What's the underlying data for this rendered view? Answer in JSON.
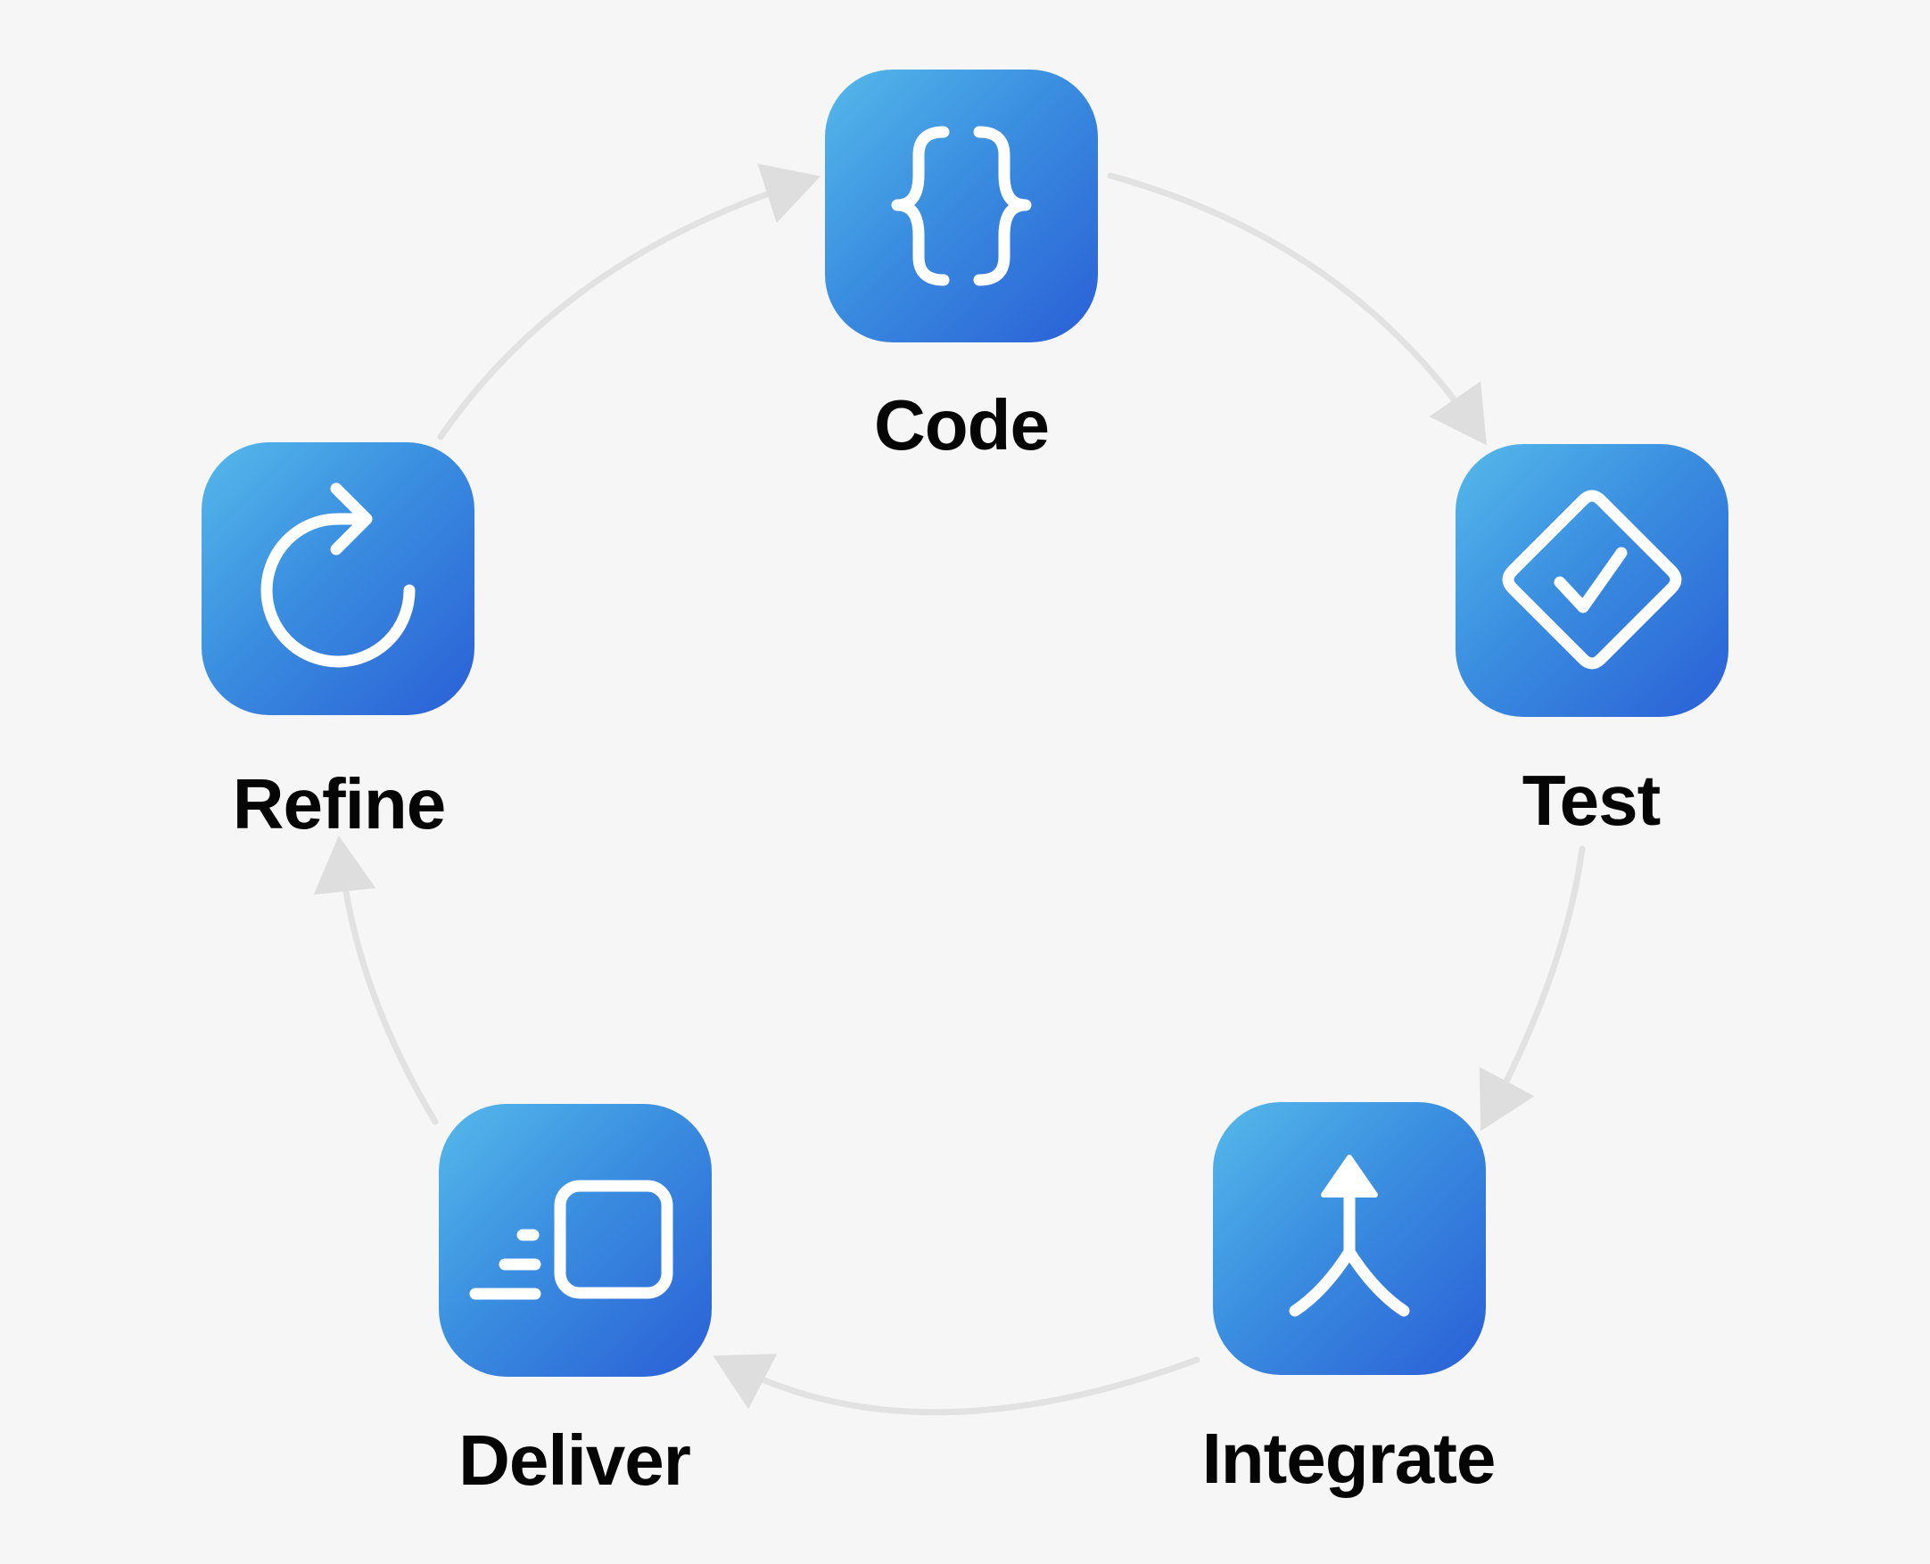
{
  "diagram": {
    "type": "cycle",
    "colors": {
      "background": "#f6f6f6",
      "icon_gradient_start": "#56b9ea",
      "icon_gradient_end": "#2a5fd6",
      "icon_glyph": "#ffffff",
      "arrow": "#dedede",
      "label": "#050505"
    },
    "steps": [
      {
        "label": "Code",
        "icon": "curly-braces-icon"
      },
      {
        "label": "Test",
        "icon": "checkmark-diamond-icon"
      },
      {
        "label": "Integrate",
        "icon": "merge-arrow-icon"
      },
      {
        "label": "Deliver",
        "icon": "app-delivery-icon"
      },
      {
        "label": "Refine",
        "icon": "clockwise-arrow-icon"
      }
    ],
    "connections": [
      {
        "from": "Code",
        "to": "Test"
      },
      {
        "from": "Test",
        "to": "Integrate"
      },
      {
        "from": "Integrate",
        "to": "Deliver"
      },
      {
        "from": "Deliver",
        "to": "Refine"
      },
      {
        "from": "Refine",
        "to": "Code"
      }
    ]
  }
}
